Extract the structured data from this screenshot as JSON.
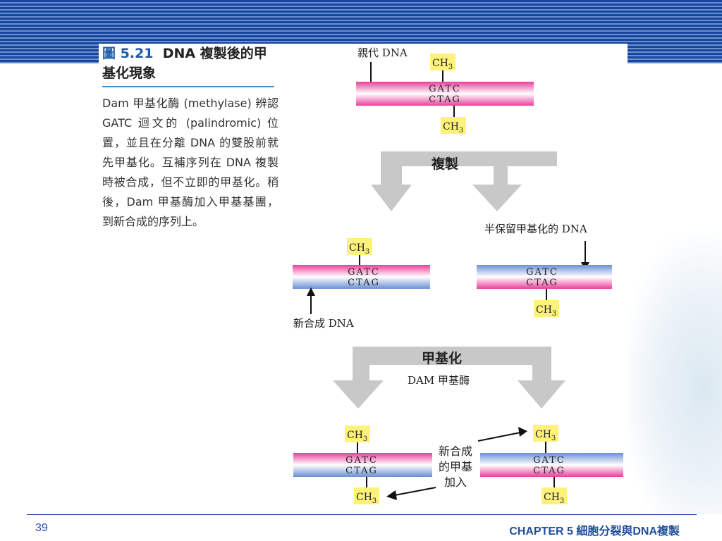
{
  "caption": {
    "fig_label": "圖 5.21",
    "fig_title": "DNA 複製後的甲基化現象",
    "text": "Dam 甲基化酶 (methylase) 辨認 GATC 迴文的 (palindromic) 位置，並且在分離 DNA 的雙股前就先甲基化。互補序列在 DNA 複製時被合成，但不立即的甲基化。稍後，Dam 甲基酶加入甲基基團，到新合成的序列上。"
  },
  "diagram": {
    "parent_label": "親代 DNA",
    "replication_label": "複製",
    "semi_label": "半保留甲基化的 DNA",
    "new_label": "新合成 DNA",
    "methylation_label": "甲基化",
    "dam_label": "DAM 甲基酶",
    "new_methyl_label": [
      "新合成",
      "的甲基",
      "加入"
    ],
    "top_seq": "GATC",
    "bottom_seq": "CTAG",
    "ch3_main": "CH",
    "ch3_sub": "3"
  },
  "colors": {
    "pink": "#e94d9c",
    "blue": "#6f93d4",
    "arrow_gray": "#c8c8c8",
    "ch3_fill": "#fff27a",
    "header_blue": "#17479c"
  },
  "footer": {
    "page_number": "39",
    "chapter": "CHAPTER 5 細胞分裂與DNA複製"
  }
}
